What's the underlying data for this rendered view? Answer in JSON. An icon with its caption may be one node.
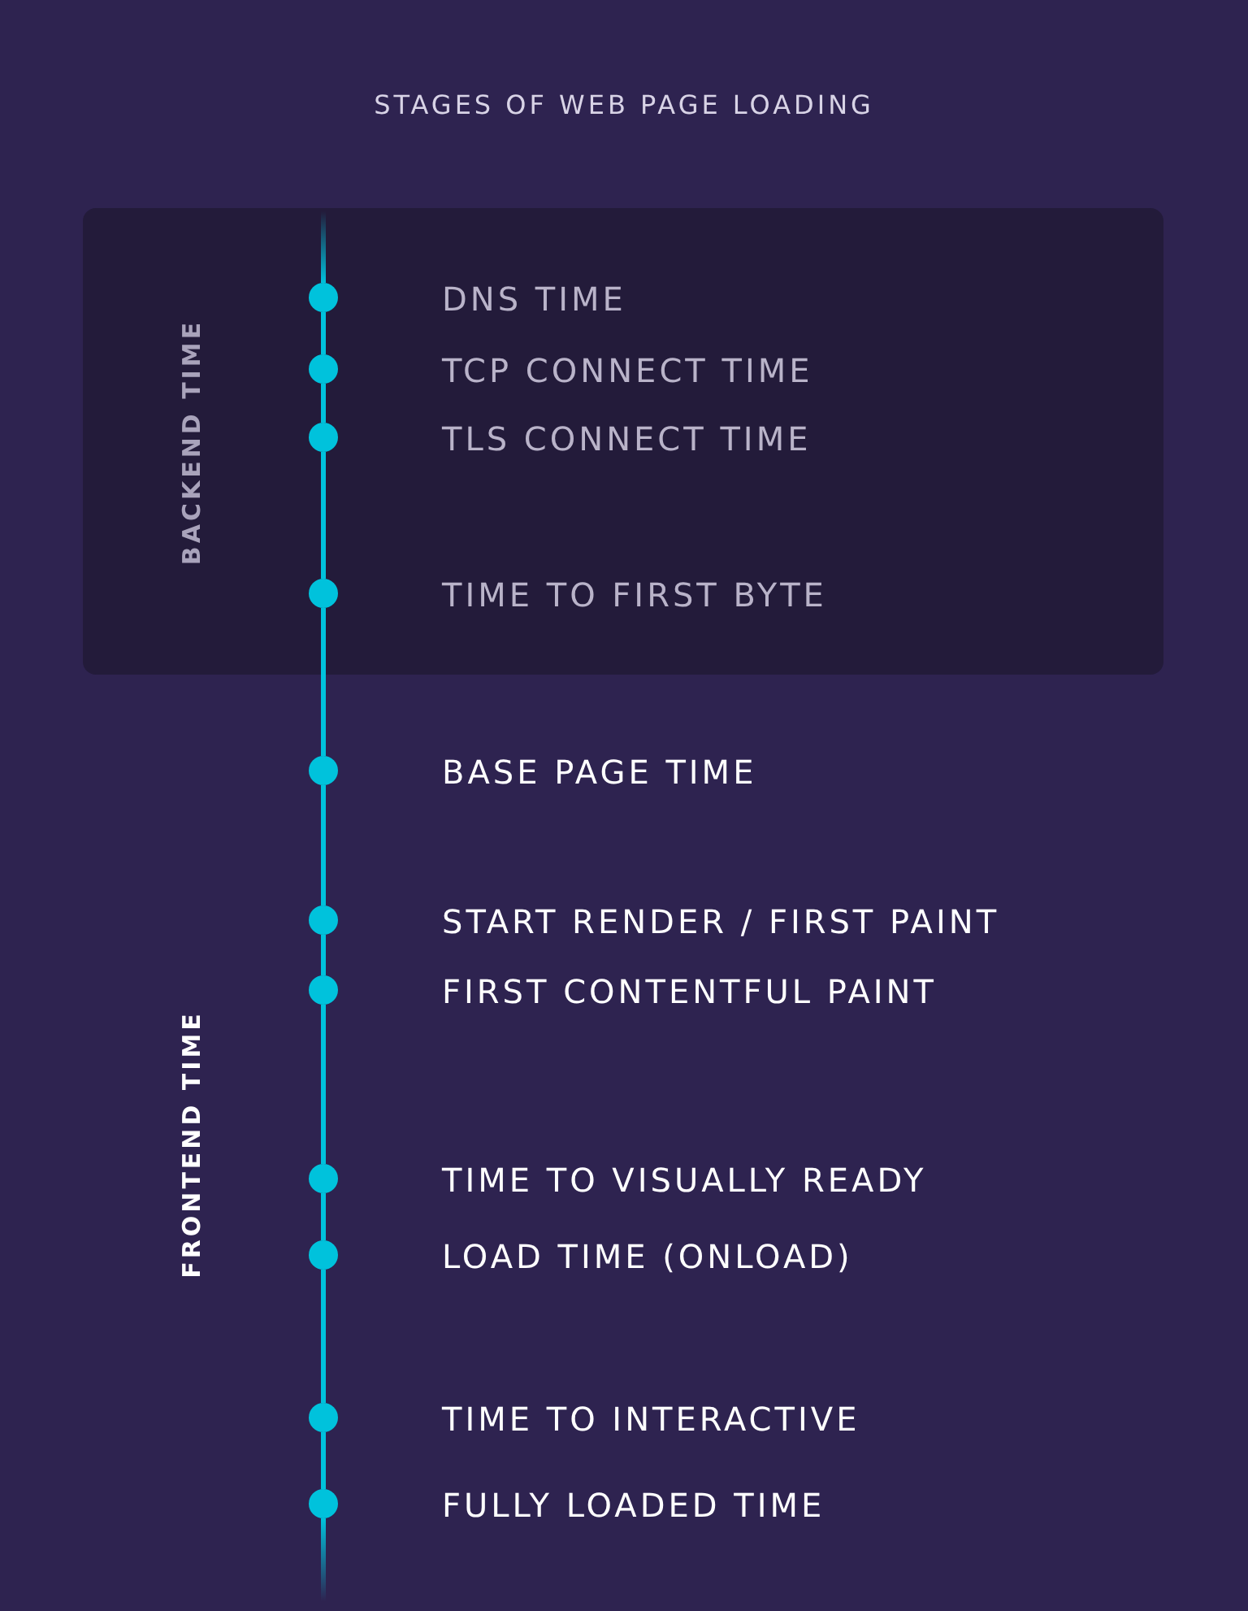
{
  "diagram": {
    "title": "STAGES OF WEB PAGE LOADING",
    "nodes": [
      {
        "text": [
          "BACKEND TIME"
        ]
      },
      {
        "text": [],
        "shape": "circle",
        "in": 0,
        "beside": [
          "DNS TIME"
        ]
      },
      {
        "text": [],
        "shape": "circle",
        "in": 0,
        "beside": [
          "TCP CONNECT TIME"
        ]
      },
      {
        "text": [],
        "shape": "circle",
        "in": 0,
        "beside": [
          "TLS CONNECT TIME"
        ]
      },
      {
        "text": [],
        "shape": "circle",
        "in": 0,
        "beside": [
          "TIME TO FIRST BYTE"
        ]
      },
      {
        "text": [],
        "shape": "circle",
        "beside": [
          "BASE PAGE TIME"
        ]
      },
      {
        "text": [],
        "shape": "circle",
        "beside": [
          "START RENDER / FIRST PAINT"
        ]
      },
      {
        "text": [],
        "shape": "circle",
        "beside": [
          "FIRST CONTENTFUL PAINT"
        ]
      },
      {
        "text": [],
        "shape": "circle",
        "beside": [
          "TIME TO VISUALLY READY"
        ]
      },
      {
        "text": [],
        "shape": "circle",
        "beside": [
          "LOAD TIME (ONLOAD)"
        ]
      },
      {
        "text": [],
        "shape": "circle",
        "beside": [
          "TIME TO INTERACTIVE"
        ]
      },
      {
        "text": [],
        "shape": "circle",
        "beside": [
          "FULLY LOADED TIME"
        ]
      }
    ],
    "edges": [
      {
        "from": 1,
        "to": 2,
        "arrow": "none"
      },
      {
        "from": 2,
        "to": 3,
        "arrow": "none"
      },
      {
        "from": 3,
        "to": 4,
        "arrow": "none"
      },
      {
        "from": 4,
        "to": 5,
        "arrow": "none"
      },
      {
        "from": 5,
        "to": 6,
        "arrow": "none"
      },
      {
        "from": 6,
        "to": 7,
        "arrow": "none"
      },
      {
        "from": 7,
        "to": 8,
        "arrow": "none"
      },
      {
        "from": 8,
        "to": 9,
        "arrow": "none"
      },
      {
        "from": 9,
        "to": 10,
        "arrow": "none"
      },
      {
        "from": 10,
        "to": 11,
        "arrow": "none"
      }
    ],
    "labels": [
      "FRONTEND TIME"
    ]
  }
}
